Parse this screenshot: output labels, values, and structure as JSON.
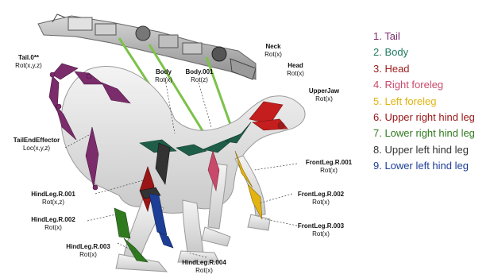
{
  "legend": [
    {
      "label": "1. Tail",
      "color": "#7b2c6b"
    },
    {
      "label": "2. Body",
      "color": "#1e7a5e"
    },
    {
      "label": "3. Head",
      "color": "#9b1c1c"
    },
    {
      "label": "4. Right foreleg",
      "color": "#c8496a"
    },
    {
      "label": "5. Left foreleg",
      "color": "#e2b311"
    },
    {
      "label": "6. Upper right hind leg",
      "color": "#9a1515"
    },
    {
      "label": "7. Lower right hind leg",
      "color": "#2f7a1e"
    },
    {
      "label": "8. Upper left hind leg",
      "color": "#333333"
    },
    {
      "label": "9. Lower left hind leg",
      "color": "#1d3e96"
    }
  ],
  "annotations": {
    "tail0": {
      "name": "Tail.0**",
      "rot": "Rot(x,y,z)"
    },
    "body": {
      "name": "Body",
      "rot": "Rot(x)"
    },
    "body001": {
      "name": "Body.001",
      "rot": "Rot(z)"
    },
    "neck": {
      "name": "Neck",
      "rot": "Rot(x)"
    },
    "head": {
      "name": "Head",
      "rot": "Rot(x)"
    },
    "upperjaw": {
      "name": "UpperJaw",
      "rot": "Rot(x)"
    },
    "tailend": {
      "name": "TailEndEffector",
      "rot": "Loc(x,y,z)"
    },
    "frontleg001": {
      "name": "FrontLeg.R.001",
      "rot": "Rot(x)"
    },
    "frontleg002": {
      "name": "FrontLeg.R.002",
      "rot": "Rot(x)"
    },
    "frontleg003": {
      "name": "FrontLeg.R.003",
      "rot": "Rot(x)"
    },
    "hindleg001": {
      "name": "HindLeg.R.001",
      "rot": "Rot(x,z)"
    },
    "hindleg002": {
      "name": "HindLeg.R.002",
      "rot": "Rot(x)"
    },
    "hindleg003": {
      "name": "HindLeg.R.003",
      "rot": "Rot(x)"
    },
    "hindleg004": {
      "name": "HindLeg.R.004",
      "rot": "Rot(x)"
    }
  }
}
